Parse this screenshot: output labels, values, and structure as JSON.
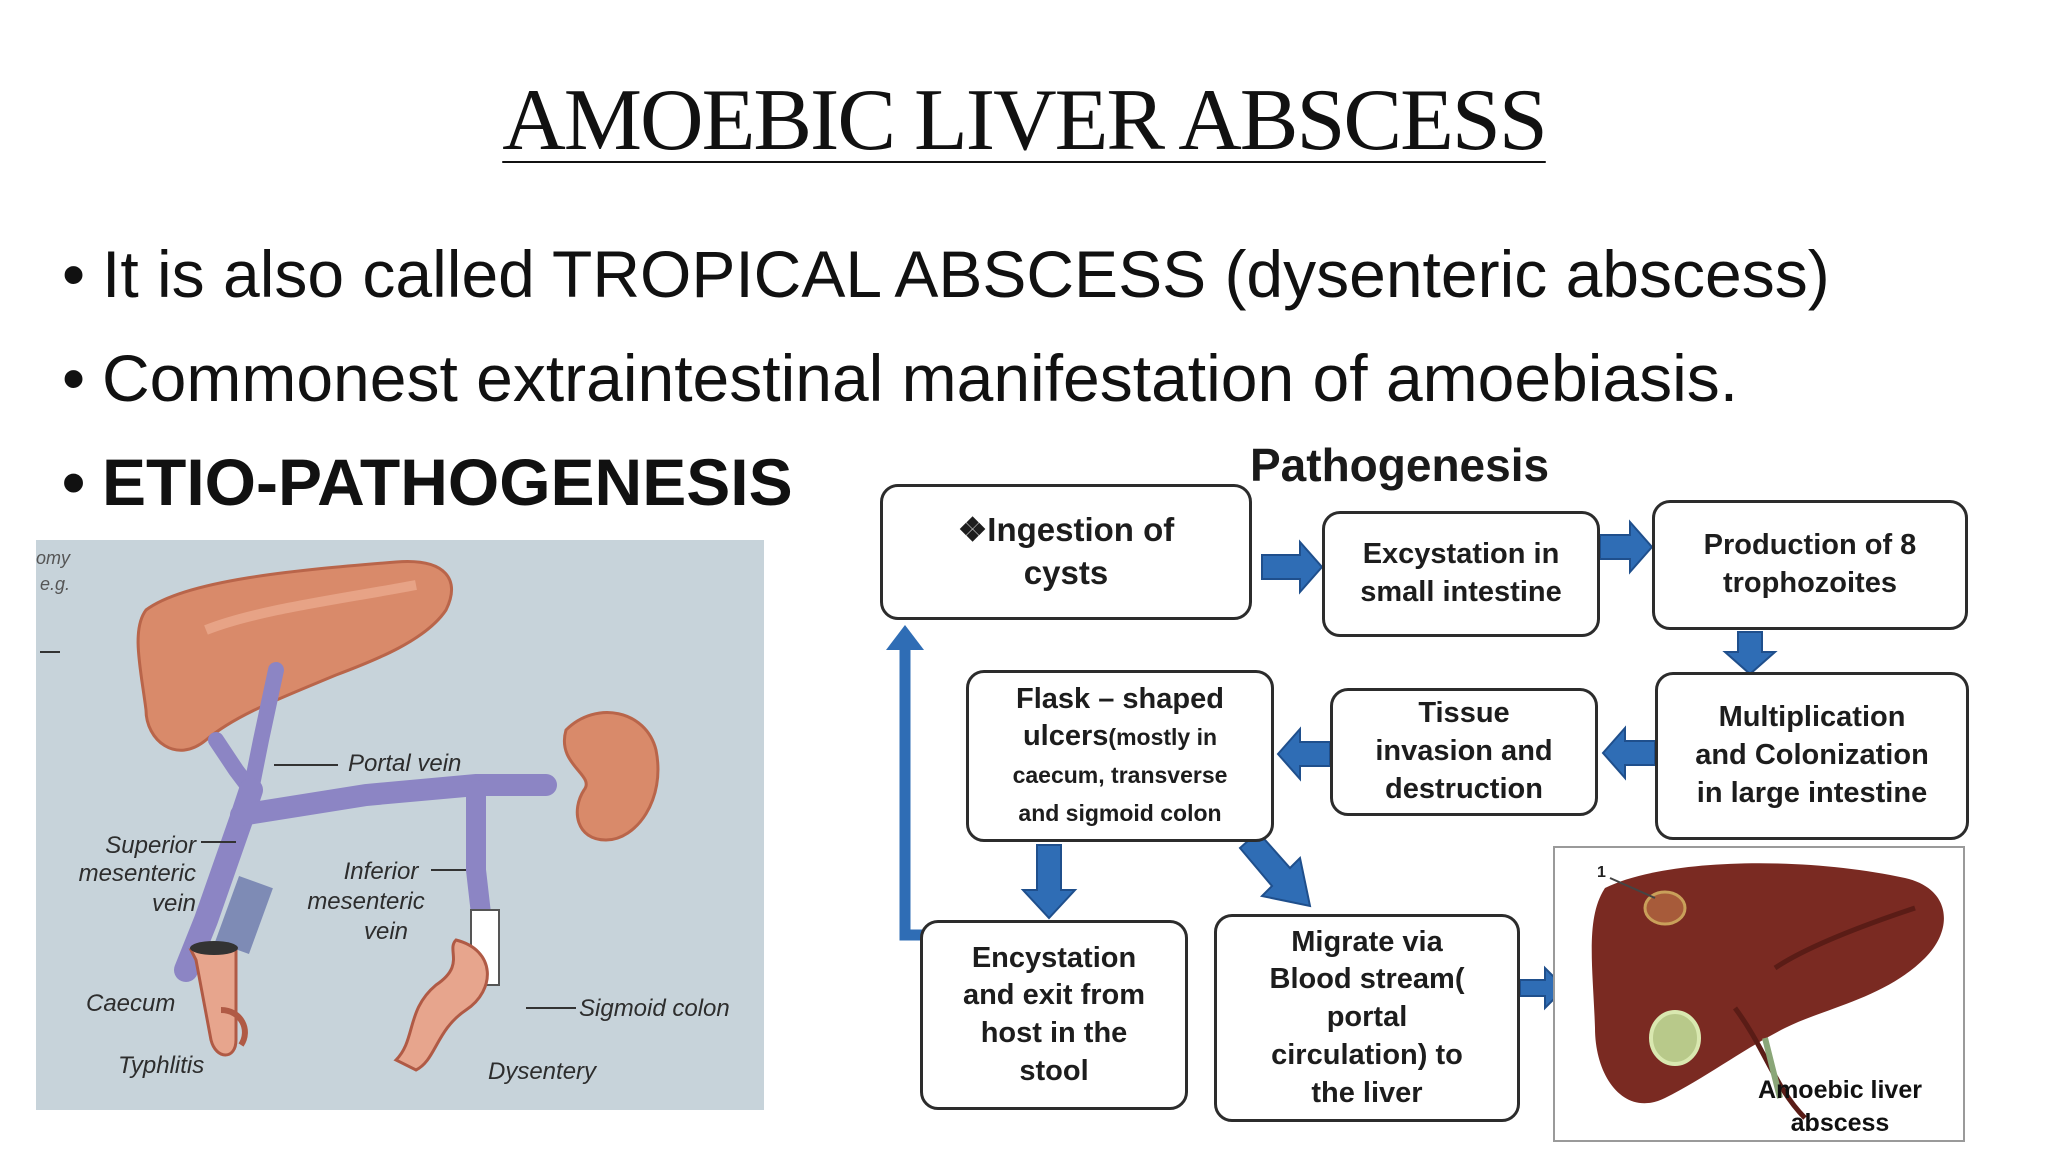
{
  "slide": {
    "title": "AMOEBIC LIVER ABSCESS",
    "bullets": [
      "It is also called TROPICAL ABSCESS (dysenteric abscess)",
      "Commonest extraintestinal manifestation of amoebiasis.",
      "ETIO-PATHOGENESIS"
    ],
    "bullet_char": "•"
  },
  "anatomy": {
    "corner_text": [
      "omy",
      "e.g."
    ],
    "labels": {
      "portal_vein": "Portal vein",
      "superior": "Superior",
      "mesenteric_1": "mesenteric",
      "vein_1": "vein",
      "inferior": "Inferior",
      "mesenteric_2": "mesenteric",
      "vein_2": "vein",
      "caecum": "Caecum",
      "typhlitis": "Typhlitis",
      "sigmoid": "Sigmoid colon",
      "dysentery": "Dysentery"
    },
    "colors": {
      "background": "#c7d3da",
      "liver": "#d98a6a",
      "vein": "#8c85c4"
    }
  },
  "flowchart": {
    "title": "Pathogenesis",
    "boxes": {
      "ingestion_symbol": "❖",
      "ingestion": "Ingestion of",
      "ingestion_2": "cysts",
      "excystation_1": "Excystation in",
      "excystation_2": "small intestine",
      "production_1": "Production of  8",
      "production_2": "trophozoites",
      "multiplication_1": "Multiplication",
      "multiplication_2": "and Colonization",
      "multiplication_3": "in large intestine",
      "tissue_1": "Tissue",
      "tissue_2": "invasion and",
      "tissue_3": "destruction",
      "flask_1": "Flask – shaped",
      "flask_2": "ulcers",
      "flask_2b": "(mostly in",
      "flask_3": "caecum, transverse",
      "flask_4": "and sigmoid colon",
      "encystation_1": "Encystation",
      "encystation_2": "and exit from",
      "encystation_3": "host in the",
      "encystation_4": "stool",
      "migrate_1": "Migrate via",
      "migrate_2": "Blood stream(",
      "migrate_3": "portal",
      "migrate_4": "circulation) to",
      "migrate_5": "the liver"
    },
    "liver_caption_1": "Amoebic liver",
    "liver_caption_2": "abscess",
    "liver_marker": "1",
    "colors": {
      "arrow": "#2f6db5",
      "liver": "#7a2a22"
    }
  }
}
